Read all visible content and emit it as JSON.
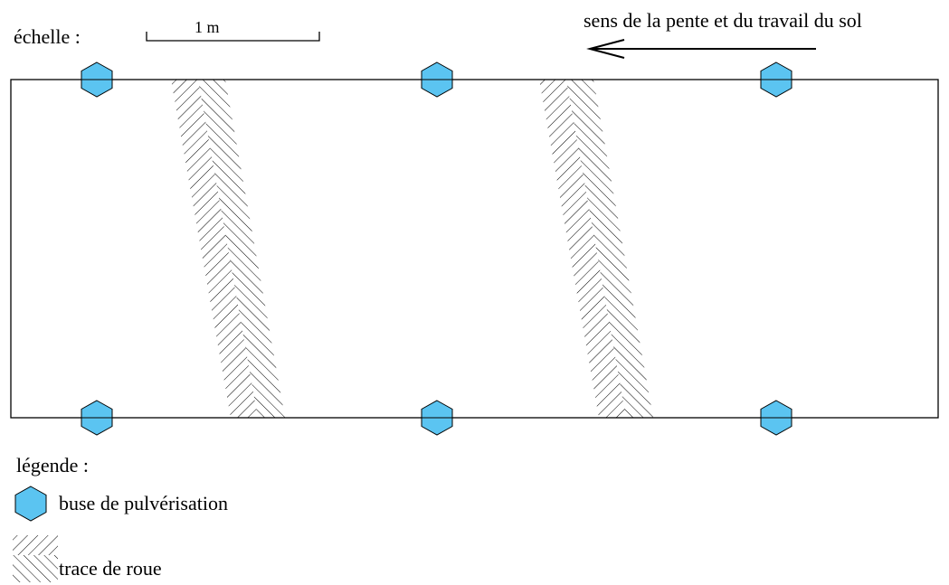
{
  "scale": {
    "label": "échelle :",
    "value": "1 m"
  },
  "direction": {
    "label": "sens de la pente et du travail du sol"
  },
  "legend": {
    "title": "légende :",
    "items": [
      {
        "icon": "hexagon-nozzle-icon",
        "label": "buse de pulvérisation"
      },
      {
        "icon": "wheel-track-hatch-icon",
        "label": "trace de roue"
      }
    ]
  },
  "colors": {
    "nozzle_fill": "#5bc4f1",
    "stroke": "#000000",
    "background": "#ffffff"
  }
}
